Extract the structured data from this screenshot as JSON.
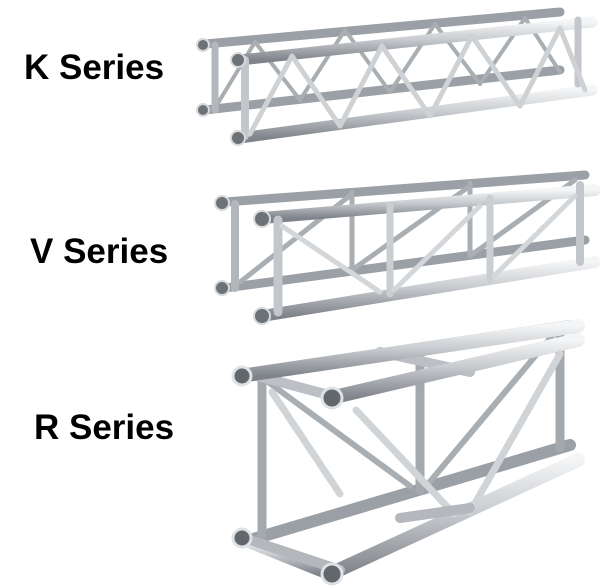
{
  "labels": {
    "k_series": "K Series",
    "v_series": "V Series",
    "r_series": "R Series"
  },
  "colors": {
    "metal_light": "#e6e8ea",
    "metal_mid": "#b8bcc0",
    "metal_dark": "#7c8186",
    "shadow": "#5f6469"
  }
}
